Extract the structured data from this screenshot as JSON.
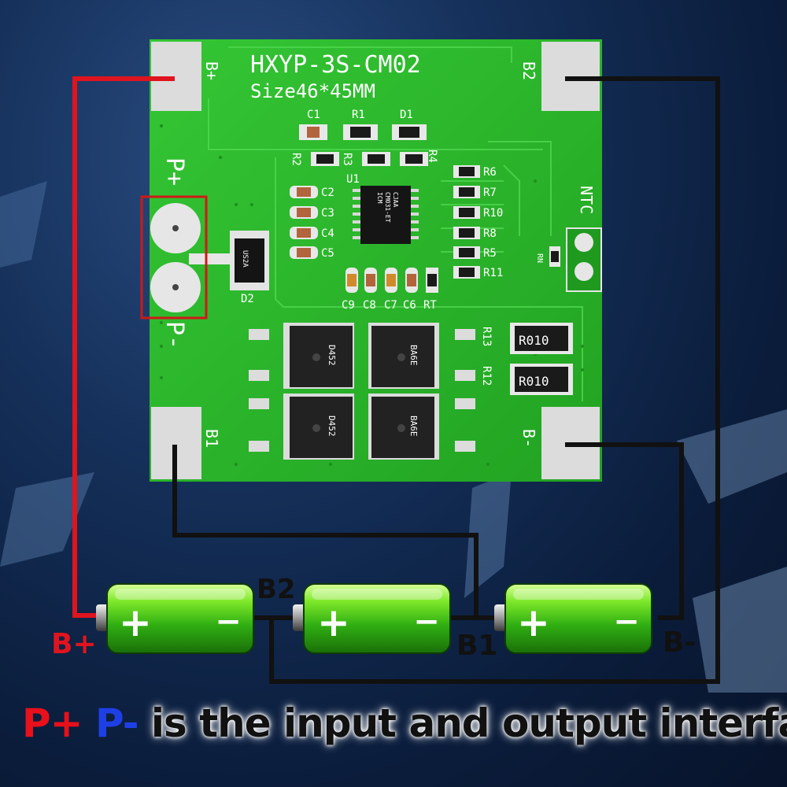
{
  "board": {
    "model": "HXYP-3S-CM02",
    "size": "Size46*45MM",
    "pads": {
      "b_plus": "B+",
      "b2": "B2",
      "b1": "B1",
      "b_minus": "B-",
      "p_plus": "P+",
      "p_minus": "P-",
      "ntc": "NTC",
      "rn": "RN"
    },
    "components": {
      "c1": "C1",
      "r1": "R1",
      "d1": "D1",
      "r2": "R2",
      "r3": "R3",
      "r4": "R4",
      "u1": "U1",
      "d2": "D2",
      "c2": "C2",
      "c3": "C3",
      "c4": "C4",
      "c5": "C5",
      "r6": "R6",
      "r7": "R7",
      "r10": "R10",
      "r8": "R8",
      "r5": "R5",
      "r11": "R11",
      "c9": "C9",
      "c8": "C8",
      "c7": "C7",
      "c6": "C6",
      "rt": "RT",
      "r13": "R13",
      "r12": "R12"
    },
    "chip_marks": {
      "ic_line1": "ICM",
      "ic_line2": "CM031-ET",
      "ic_line3": "CJAA",
      "diode": "US2A"
    },
    "shunt_value": "R010",
    "mosfet_marks": [
      "D452",
      "BA6E",
      "D452",
      "BA6E"
    ]
  },
  "battery_labels": {
    "b_plus": "B+",
    "b2": "B2",
    "b1": "B1",
    "b_minus": "B-"
  },
  "battery_symbols": {
    "plus": "+",
    "minus": "−"
  },
  "caption": {
    "p_plus": "P+",
    "p_minus": "P-",
    "text": "is the input and output interface"
  },
  "colors": {
    "pcb": "#2cb82c",
    "wire_positive": "#e0141e",
    "wire": "#111111",
    "highlight_box": "#d01818"
  }
}
